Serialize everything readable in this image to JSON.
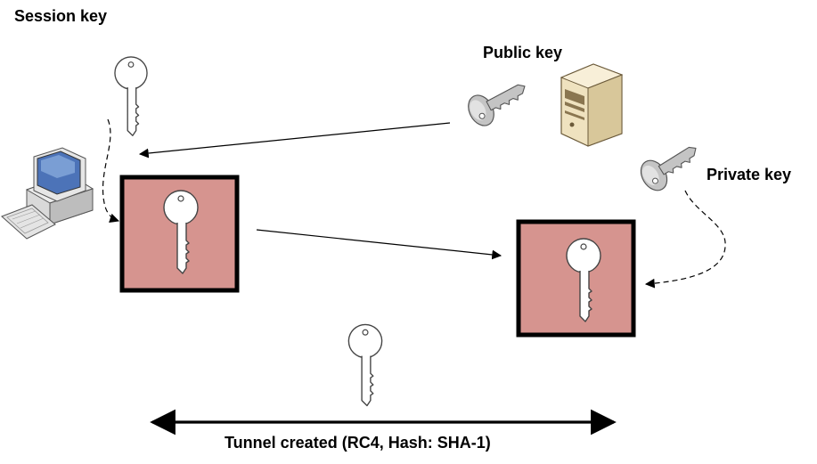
{
  "labels": {
    "session_key": "Session key",
    "public_key": "Public key",
    "private_key": "Private key",
    "tunnel": "Tunnel created (RC4, Hash: SHA-1)"
  },
  "icons": {
    "computer": "computer-icon",
    "server": "server-icon",
    "session_key": "white-key-icon",
    "public_key": "gray-key-icon",
    "private_key": "gray-key-icon",
    "locked_box": "locked-box-icon"
  },
  "colors": {
    "box_fill": "#d6948f",
    "box_border": "#000000",
    "key_white": "#ffffff",
    "key_gray": "#c9c9c9",
    "server_body": "#efe2bf",
    "line": "#000000"
  }
}
